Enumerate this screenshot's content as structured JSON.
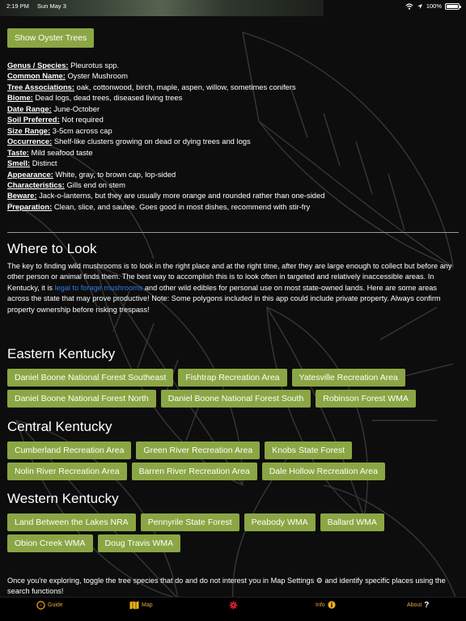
{
  "status": {
    "time": "2:19 PM",
    "date": "Sun May 3",
    "battery": "100%",
    "battery_level": 1.0
  },
  "show_button": "Show Oyster Trees",
  "species": [
    {
      "label": "Genus / Species:",
      "value": "Pleurotus spp."
    },
    {
      "label": "Common Name:",
      "value": "Oyster Mushroom"
    },
    {
      "label": "Tree Associations:",
      "value": "oak, cottonwood, birch, maple, aspen, willow, sometimes conifers"
    },
    {
      "label": "Biome:",
      "value": "Dead logs, dead trees, diseased living trees"
    },
    {
      "label": "Date Range:",
      "value": "June-October"
    },
    {
      "label": "Soil Preferred:",
      "value": "Not required"
    },
    {
      "label": "Size Range:",
      "value": "3-5cm across cap"
    },
    {
      "label": "Occurrence:",
      "value": "Shelf-like clusters growing on dead or dying trees and logs"
    },
    {
      "label": "Taste:",
      "value": "Mild seafood taste"
    },
    {
      "label": "Smell:",
      "value": "Distinct"
    },
    {
      "label": "Appearance:",
      "value": "White, gray, to brown cap, lop-sided"
    },
    {
      "label": "Characteristics:",
      "value": "Gills end on stem"
    },
    {
      "label": "Beware:",
      "value": "Jack-o-lanterns, but they are usually more orange and rounded rather than one-sided"
    },
    {
      "label": "Preparation:",
      "value": "Clean, slice, and sautee. Goes good in most dishes, recommend with stir-fry"
    }
  ],
  "where": {
    "title": "Where to Look",
    "intro_before": "The key to finding wild mushrooms is to look in the right place and at the right time, after they are large enough to collect but before any other person or animal finds them. The best way to accomplish this is to look often in targeted and relatively inaccessible areas. In Kentucky, it is ",
    "intro_link": "legal to forage mushrooms",
    "intro_after": " and other wild edibles for personal use on most state-owned lands. Here are some areas across the state that may prove productive! Note: Some polygons included in this app could include private property. Always confirm property ownership before risking trespass!"
  },
  "regions": [
    {
      "title": "Eastern Kentucky",
      "rows": [
        [
          "Daniel Boone National Forest Southeast",
          "Fishtrap Recreation Area",
          "Yatesville Recreation Area"
        ],
        [
          "Daniel Boone National Forest North",
          "Daniel Boone National Forest South",
          "Robinson Forest WMA"
        ]
      ]
    },
    {
      "title": "Central Kentucky",
      "rows": [
        [
          "Cumberland Recreation Area",
          "Green River Recreation Area",
          "Knobs State Forest"
        ],
        [
          "Nolin River Recreation Area",
          "Barren River Recreation Area",
          "Dale Hollow Recreation Area"
        ]
      ]
    },
    {
      "title": "Western Kentucky",
      "rows": [
        [
          "Land Between the Lakes NRA",
          "Pennyrile State Forest",
          "Peabody WMA",
          "Ballard WMA"
        ],
        [
          "Obion Creek WMA",
          "Doug Travis WMA"
        ]
      ]
    }
  ],
  "outro_before": "Once you're exploring, toggle the tree species that do and do not interest you in Map Settings ",
  "outro_icon": "⚙",
  "outro_after": " and identify specific places using the search functions!",
  "tabs": [
    {
      "label": "Guide",
      "icon": "compass-icon"
    },
    {
      "label": "Map",
      "icon": "map-icon"
    },
    {
      "label": "",
      "icon": "gear-icon"
    },
    {
      "label": "Info",
      "icon": "info-icon"
    },
    {
      "label": "About",
      "icon": "question-icon"
    }
  ],
  "colors": {
    "button": "#8ba644",
    "link": "#2f7de0",
    "tab_label": "#e8a838",
    "tab_icon": "#f0b21f",
    "settings_icon": "#e0202a"
  }
}
